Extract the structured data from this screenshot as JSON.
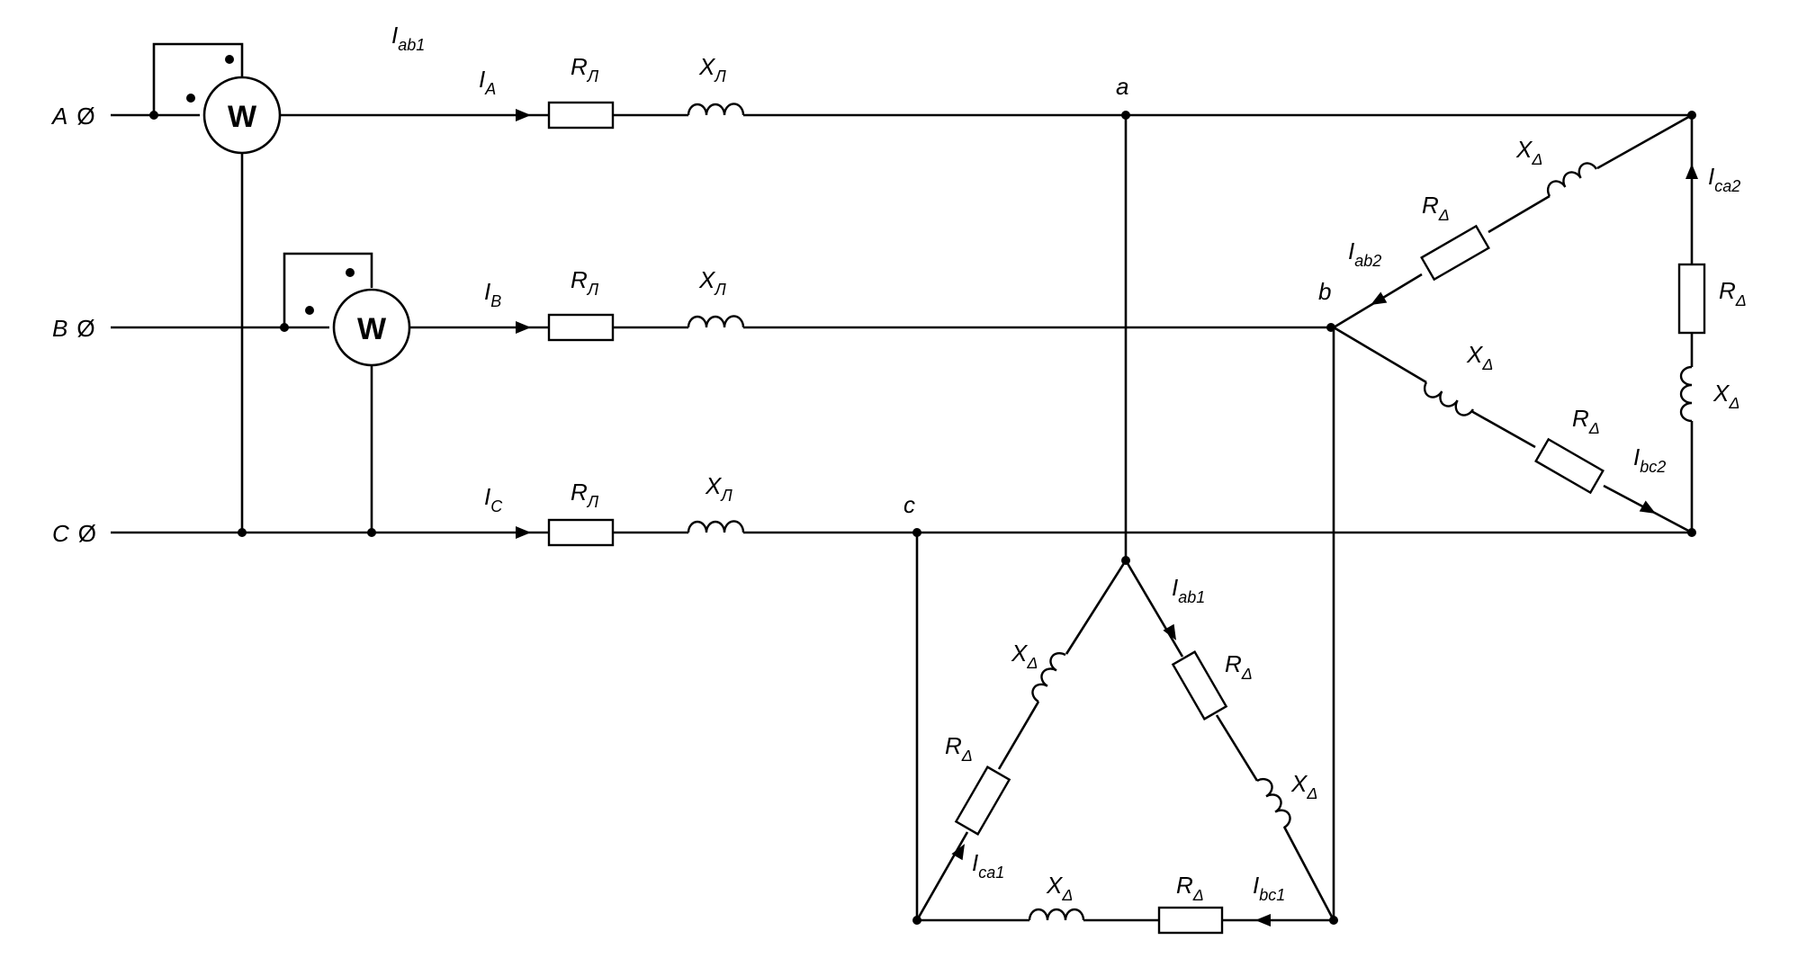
{
  "title_current": {
    "main": "I",
    "sub": "ab1"
  },
  "terminals": [
    {
      "main": "A",
      "symbol": "Ø"
    },
    {
      "main": "B",
      "symbol": "Ø"
    },
    {
      "main": "C",
      "symbol": "Ø"
    }
  ],
  "wattmeters": [
    {
      "label": "W"
    },
    {
      "label": "W"
    }
  ],
  "line_currents": [
    {
      "main": "I",
      "sub": "A"
    },
    {
      "main": "I",
      "sub": "B"
    },
    {
      "main": "I",
      "sub": "C"
    }
  ],
  "line_r": {
    "main": "R",
    "sub": "Л"
  },
  "line_x": {
    "main": "X",
    "sub": "Л"
  },
  "nodes": {
    "a": "a",
    "b": "b",
    "c": "c"
  },
  "delta_r": {
    "main": "R",
    "sub": "Δ"
  },
  "delta_x": {
    "main": "X",
    "sub": "Δ"
  },
  "delta1_currents": {
    "ab": {
      "main": "I",
      "sub": "ab1"
    },
    "bc": {
      "main": "I",
      "sub": "bc1"
    },
    "ca": {
      "main": "I",
      "sub": "ca1"
    }
  },
  "delta2_currents": {
    "ab": {
      "main": "I",
      "sub": "ab2"
    },
    "bc": {
      "main": "I",
      "sub": "bc2"
    },
    "ca": {
      "main": "I",
      "sub": "ca2"
    }
  }
}
